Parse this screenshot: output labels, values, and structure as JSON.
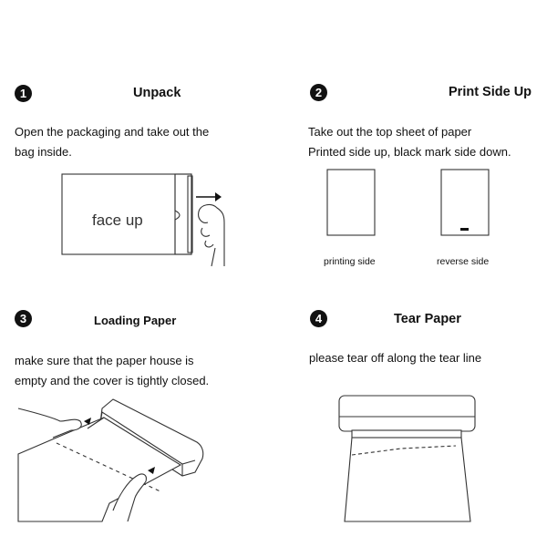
{
  "steps": [
    {
      "number": "1",
      "title": "Unpack",
      "lines": [
        "Open the packaging and take out the",
        "bag inside."
      ],
      "illustration_text": "face up"
    },
    {
      "number": "2",
      "title": "Print Side Up",
      "lines": [
        "Take out the top sheet of paper",
        "Printed side up, black mark side down."
      ],
      "captions": [
        "printing side",
        "reverse side"
      ]
    },
    {
      "number": "3",
      "title": "Loading Paper",
      "lines": [
        "make sure that the paper house is",
        "empty and the cover is tightly closed."
      ]
    },
    {
      "number": "4",
      "title": "Tear Paper",
      "lines": [
        "please tear off along the tear line"
      ]
    }
  ]
}
